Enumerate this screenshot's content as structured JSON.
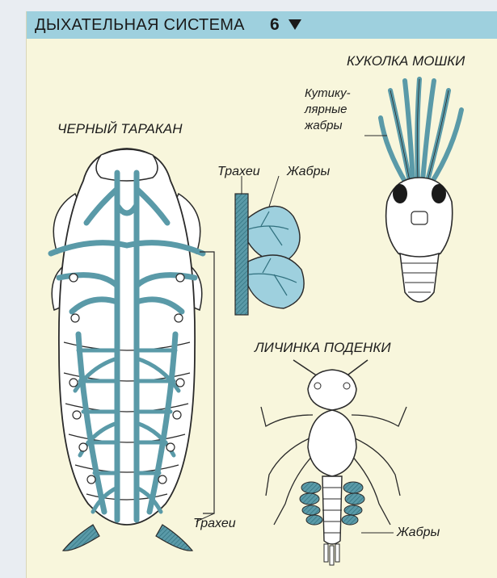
{
  "header": {
    "title": "ДЫХАТЕЛЬНАЯ СИСТЕМА",
    "number": "6"
  },
  "labels": {
    "cockroach": "ЧЕРНЫЙ ТАРАКАН",
    "blackfly_pupa": "КУКОЛКА МОШКИ",
    "cuticular_gills": "Кутику-лярные жабры",
    "trachea_middle": "Трахеи",
    "gills_middle": "Жабры",
    "mayfly_larva": "ЛИЧИНКА ПОДЕНКИ",
    "trachea_roach": "Трахеи",
    "gills_larva": "Жабры"
  },
  "colors": {
    "header": "#9ed0de",
    "background": "#f8f6dc",
    "trachea": "#5a9aa8",
    "outline": "#2a2a2a",
    "body": "#ffffff"
  }
}
